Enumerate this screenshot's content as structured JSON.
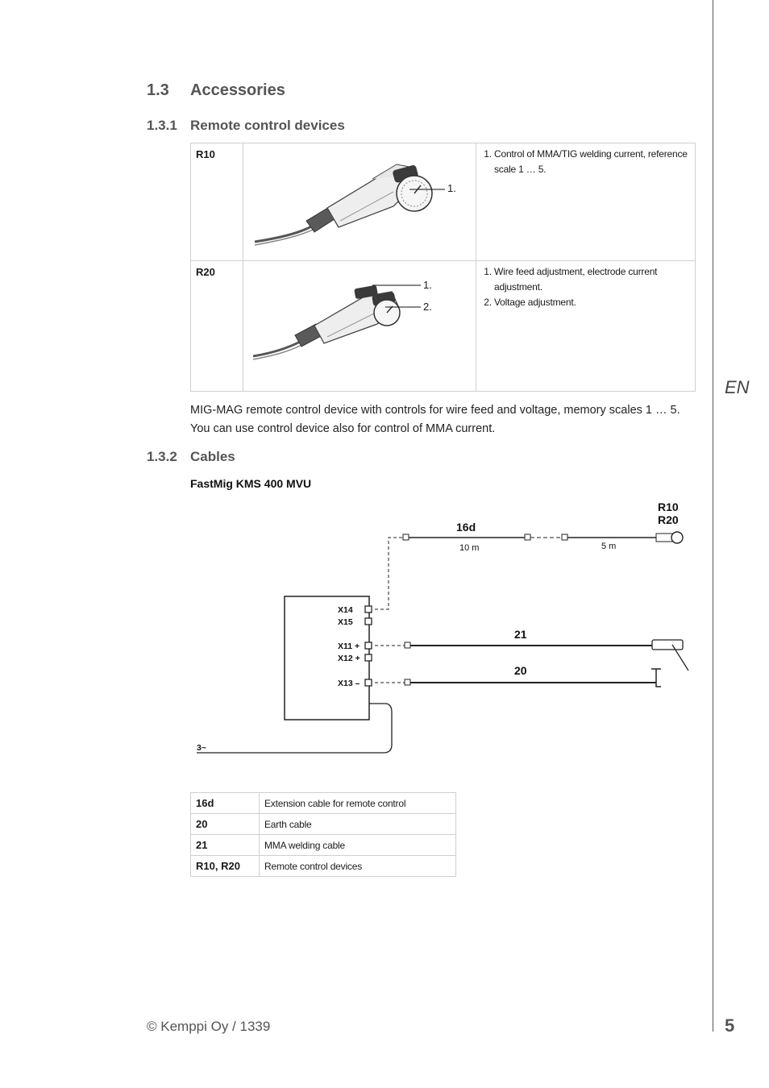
{
  "section": {
    "number": "1.3",
    "title": "Accessories"
  },
  "subsection_remote": {
    "number": "1.3.1",
    "title": "Remote control devices"
  },
  "devices": [
    {
      "code": "R10",
      "callouts": [
        "1."
      ],
      "notes": [
        "Control of MMA/TIG welding current, reference scale 1 … 5."
      ]
    },
    {
      "code": "R20",
      "callouts": [
        "1.",
        "2."
      ],
      "notes": [
        "Wire feed adjustment, electrode current adjustment.",
        "Voltage adjustment."
      ]
    }
  ],
  "paragraph": "MIG-MAG remote control device with controls for wire feed and voltage, memory scales 1 … 5. You can use control device also for control of MMA current.",
  "subsection_cables": {
    "number": "1.3.2",
    "title": "Cables"
  },
  "diagram": {
    "title": "FastMig KMS 400 MVU",
    "labels": {
      "r10": "R10",
      "r20": "R20",
      "cable_16d": "16d",
      "len_10m": "10 m",
      "len_5m": "5 m",
      "cable_21": "21",
      "cable_20": "20",
      "x14": "X14",
      "x15": "X15",
      "x11": "X11 +",
      "x12": "X12 +",
      "x13": "X13 –",
      "mains": "3~"
    }
  },
  "legend": [
    {
      "code": "16d",
      "desc": "Extension cable for remote control"
    },
    {
      "code": "20",
      "desc": "Earth cable"
    },
    {
      "code": "21",
      "desc": "MMA welding cable"
    },
    {
      "code": "R10, R20",
      "desc": "Remote control devices"
    }
  ],
  "side_language": "EN",
  "footer": "© Kemppi Oy / 1339",
  "page_number": "5"
}
